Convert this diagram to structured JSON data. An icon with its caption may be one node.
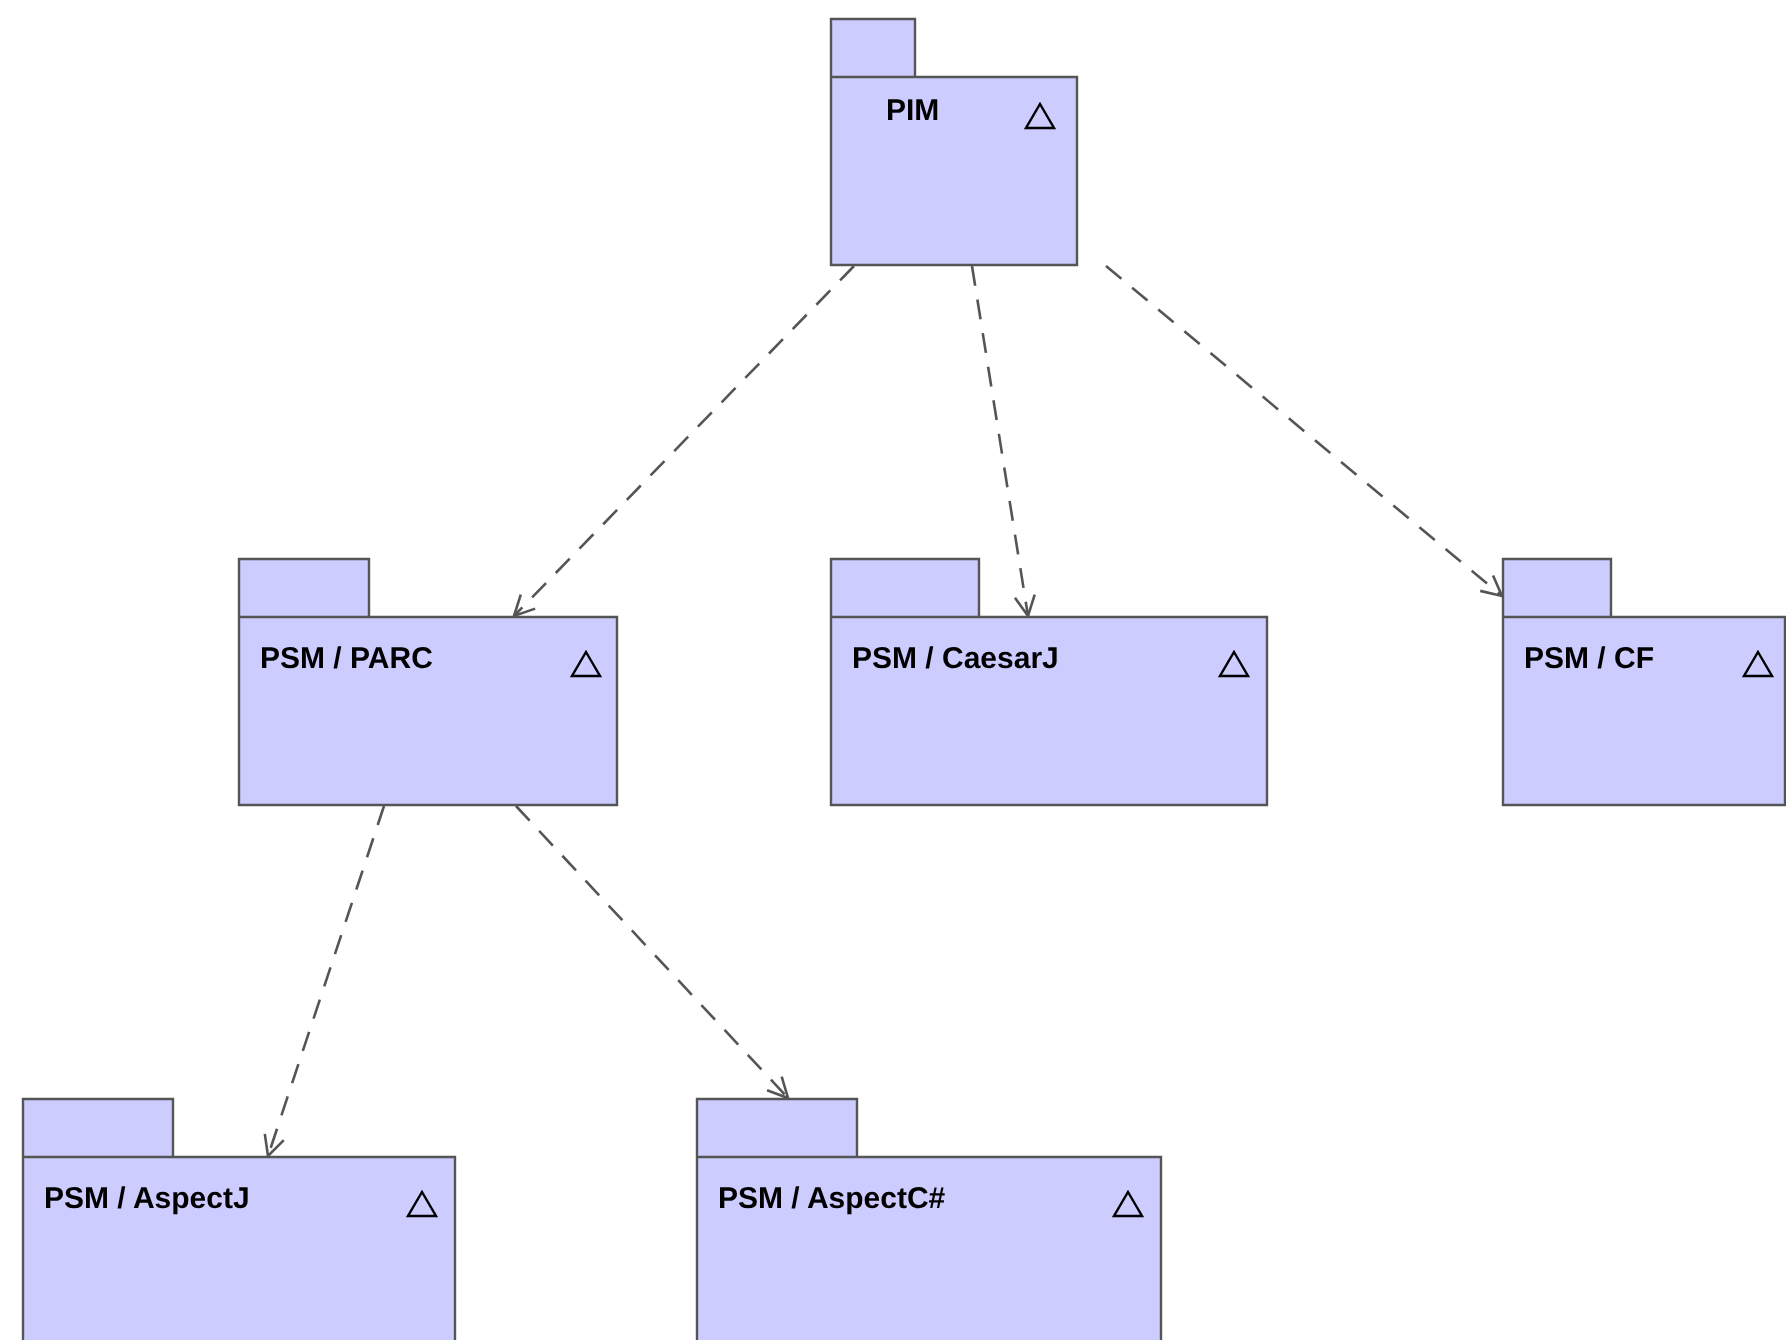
{
  "diagram": {
    "nodes": [
      {
        "text": [
          "PIM"
        ]
      },
      {
        "text": [
          "PSM / PARC"
        ]
      },
      {
        "text": [
          "PSM / CaesarJ"
        ]
      },
      {
        "text": [
          "PSM / CF"
        ]
      },
      {
        "text": [
          "PSM / AspectJ"
        ]
      },
      {
        "text": [
          "PSM / AspectC#"
        ]
      }
    ],
    "edges": [
      {
        "from": 0,
        "to": 1,
        "arrow": "to",
        "style": "dashed"
      },
      {
        "from": 0,
        "to": 2,
        "arrow": "to",
        "style": "dashed"
      },
      {
        "from": 0,
        "to": 3,
        "arrow": "to",
        "style": "dashed"
      },
      {
        "from": 1,
        "to": 4,
        "arrow": "to",
        "style": "dashed"
      },
      {
        "from": 1,
        "to": 5,
        "arrow": "to",
        "style": "dashed"
      }
    ]
  }
}
